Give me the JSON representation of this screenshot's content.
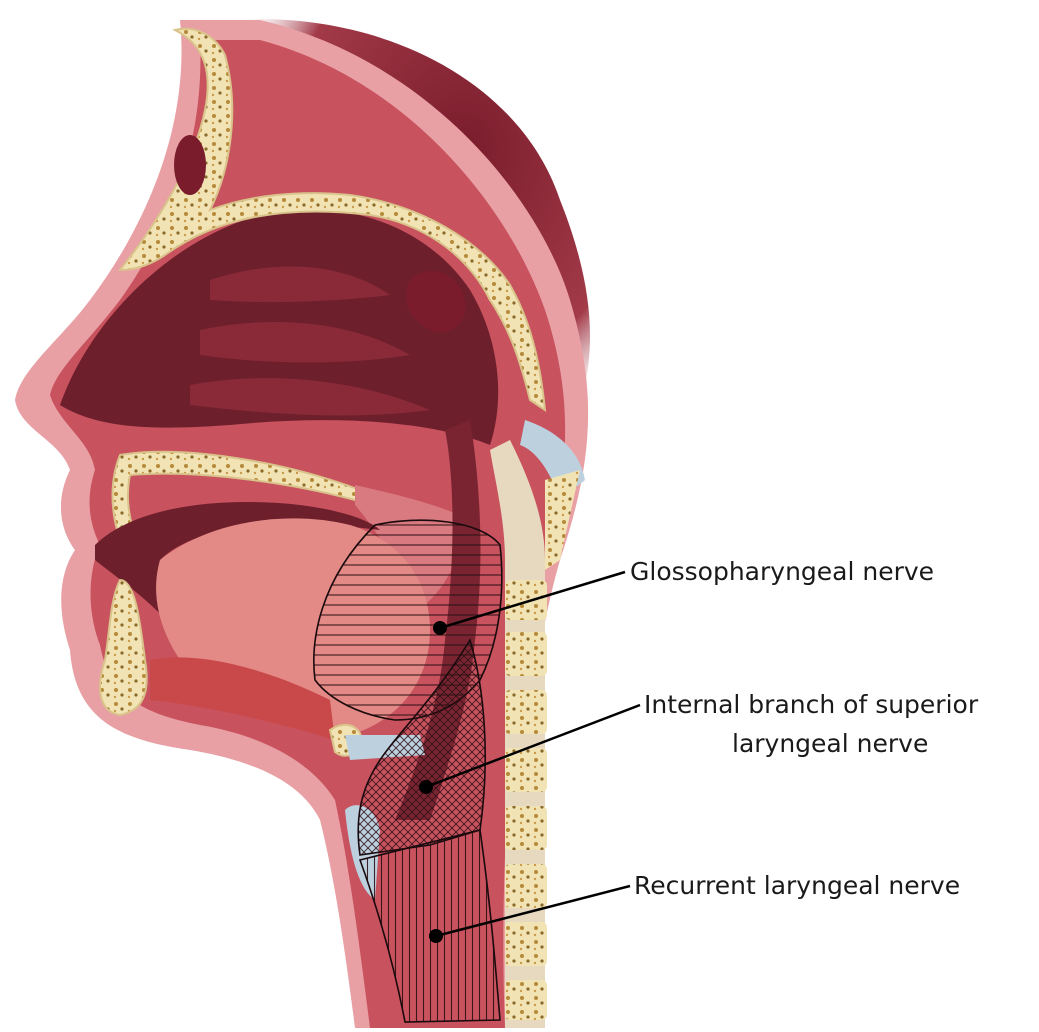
{
  "labels": {
    "glossopharyngeal": "Glossopharyngeal nerve",
    "internal_line1": "Internal branch of superior",
    "internal_line2": "laryngeal nerve",
    "recurrent": "Recurrent laryngeal nerve"
  },
  "colors": {
    "skin": "#e8a0a5",
    "soft_tissue": "#c8525e",
    "cavity_dark": "#6e1f2c",
    "cavity_mid": "#8a2a38",
    "bone": "#f2e3b5",
    "bone_spot": "#b58a3a",
    "tongue": "#e38a86",
    "muscle": "#c9494a",
    "cartilage": "#bcd0de",
    "hatch": "#3a1a20",
    "leader": "#000000"
  }
}
